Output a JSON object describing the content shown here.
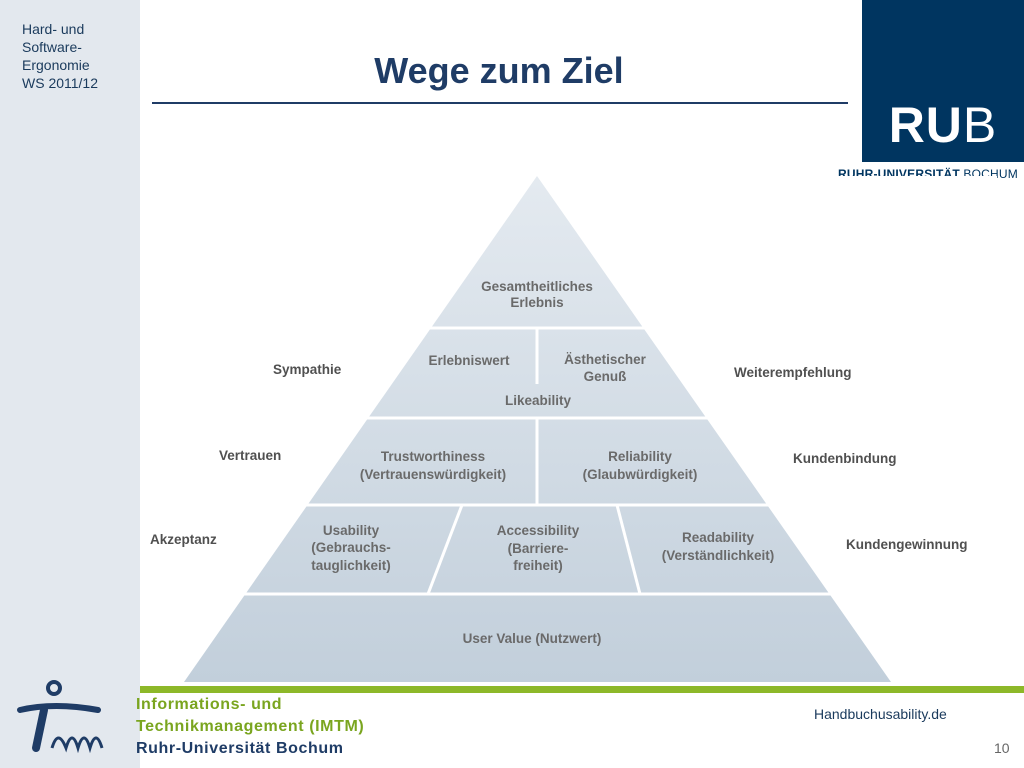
{
  "sidebar": {
    "course_lines": [
      "Hard- und",
      "Software-",
      "Ergonomie",
      "WS 2011/12"
    ]
  },
  "header": {
    "title": "Wege zum Ziel"
  },
  "logo": {
    "rub_bold": "RU",
    "rub_thin": "B",
    "subline_bold": "RUHR-UNIVERSITÄT",
    "subline_thin": "BOCHUM"
  },
  "pyramid": {
    "levels": {
      "top": [
        "Gesamtheitliches",
        "Erlebnis"
      ],
      "likeability_left": "Erlebniswert",
      "likeability_right": [
        "Ästhetischer",
        "Genuß"
      ],
      "likeability_label": "Likeability",
      "trust_left": [
        "Trustworthiness",
        "(Vertrauenswürdigkeit)"
      ],
      "trust_right": [
        "Reliability",
        "(Glaubwürdigkeit)"
      ],
      "usability": [
        "Usability",
        "(Gebrauchs-",
        "tauglichkeit)"
      ],
      "accessibility": [
        "Accessibility",
        "(Barriere-",
        "freiheit)"
      ],
      "readability": [
        "Readability",
        "(Verständlichkeit)"
      ],
      "base": "User Value (Nutzwert)"
    },
    "left_labels": [
      "Sympathie",
      "Vertrauen",
      "Akzeptanz"
    ],
    "right_labels": [
      "Weiterempfehlung",
      "Kundenbindung",
      "Kundengewinnung"
    ]
  },
  "footer": {
    "line1": "Informations- und",
    "line2": "Technikmanagement (IMTM)",
    "line3": "Ruhr-Universität Bochum",
    "source": "Handbuchusability.de",
    "page": "10"
  },
  "colors": {
    "navy": "#1f3c66",
    "green": "#8db829",
    "pyramid_fill": "#cdd8e2",
    "sidebar": "#e3e8ee"
  }
}
